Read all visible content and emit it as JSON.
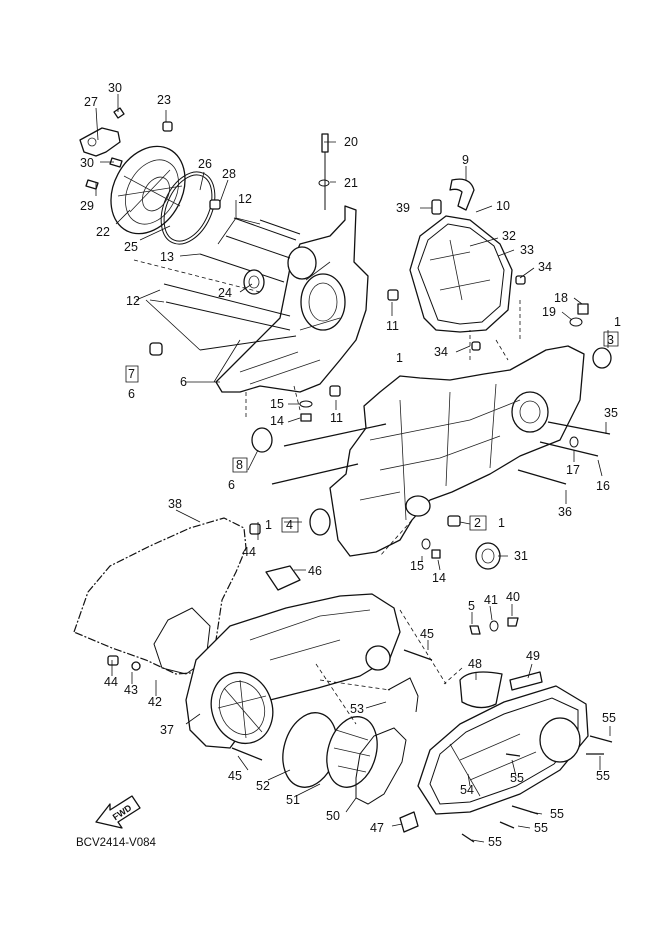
{
  "diagram": {
    "code": "BCV2414-V084",
    "fwd_label": "FWD",
    "callouts": [
      {
        "id": "c30a",
        "text": "30"
      },
      {
        "id": "c27",
        "text": "27"
      },
      {
        "id": "c23",
        "text": "23"
      },
      {
        "id": "c30b",
        "text": "30"
      },
      {
        "id": "c29",
        "text": "29"
      },
      {
        "id": "c26",
        "text": "26"
      },
      {
        "id": "c28",
        "text": "28"
      },
      {
        "id": "c22",
        "text": "22"
      },
      {
        "id": "c25",
        "text": "25"
      },
      {
        "id": "c20",
        "text": "20"
      },
      {
        "id": "c21",
        "text": "21"
      },
      {
        "id": "c9",
        "text": "9"
      },
      {
        "id": "c39",
        "text": "39"
      },
      {
        "id": "c10",
        "text": "10"
      },
      {
        "id": "c12a",
        "text": "12"
      },
      {
        "id": "c13",
        "text": "13"
      },
      {
        "id": "c32",
        "text": "32"
      },
      {
        "id": "c33",
        "text": "33"
      },
      {
        "id": "c34a",
        "text": "34"
      },
      {
        "id": "c24",
        "text": "24"
      },
      {
        "id": "c12b",
        "text": "12"
      },
      {
        "id": "c18",
        "text": "18"
      },
      {
        "id": "c19",
        "text": "19"
      },
      {
        "id": "c1a",
        "text": "1"
      },
      {
        "id": "c3",
        "text": "3"
      },
      {
        "id": "c11a",
        "text": "11"
      },
      {
        "id": "c34b",
        "text": "34"
      },
      {
        "id": "c7",
        "text": "7"
      },
      {
        "id": "c6a",
        "text": "6"
      },
      {
        "id": "c6b",
        "text": "6"
      },
      {
        "id": "c1b",
        "text": "1"
      },
      {
        "id": "c15a",
        "text": "15"
      },
      {
        "id": "c14a",
        "text": "14"
      },
      {
        "id": "c11b",
        "text": "11"
      },
      {
        "id": "c35",
        "text": "35"
      },
      {
        "id": "c8",
        "text": "8"
      },
      {
        "id": "c6c",
        "text": "6"
      },
      {
        "id": "c17",
        "text": "17"
      },
      {
        "id": "c16",
        "text": "16"
      },
      {
        "id": "c36",
        "text": "36"
      },
      {
        "id": "c38",
        "text": "38"
      },
      {
        "id": "c1c",
        "text": "1"
      },
      {
        "id": "c4",
        "text": "4"
      },
      {
        "id": "c2",
        "text": "2"
      },
      {
        "id": "c1d",
        "text": "1"
      },
      {
        "id": "c44a",
        "text": "44"
      },
      {
        "id": "c31",
        "text": "31"
      },
      {
        "id": "c15b",
        "text": "15"
      },
      {
        "id": "c14b",
        "text": "14"
      },
      {
        "id": "c46",
        "text": "46"
      },
      {
        "id": "c5",
        "text": "5"
      },
      {
        "id": "c41",
        "text": "41"
      },
      {
        "id": "c40",
        "text": "40"
      },
      {
        "id": "c45a",
        "text": "45"
      },
      {
        "id": "c44b",
        "text": "44"
      },
      {
        "id": "c43",
        "text": "43"
      },
      {
        "id": "c42",
        "text": "42"
      },
      {
        "id": "c48",
        "text": "48"
      },
      {
        "id": "c49",
        "text": "49"
      },
      {
        "id": "c53",
        "text": "53"
      },
      {
        "id": "c37",
        "text": "37"
      },
      {
        "id": "c55a",
        "text": "55"
      },
      {
        "id": "c55b",
        "text": "55"
      },
      {
        "id": "c55c",
        "text": "55"
      },
      {
        "id": "c45b",
        "text": "45"
      },
      {
        "id": "c52",
        "text": "52"
      },
      {
        "id": "c54",
        "text": "54"
      },
      {
        "id": "c51",
        "text": "51"
      },
      {
        "id": "c55d",
        "text": "55"
      },
      {
        "id": "c55e",
        "text": "55"
      },
      {
        "id": "c50",
        "text": "50"
      },
      {
        "id": "c47",
        "text": "47"
      },
      {
        "id": "c55f",
        "text": "55"
      }
    ]
  }
}
